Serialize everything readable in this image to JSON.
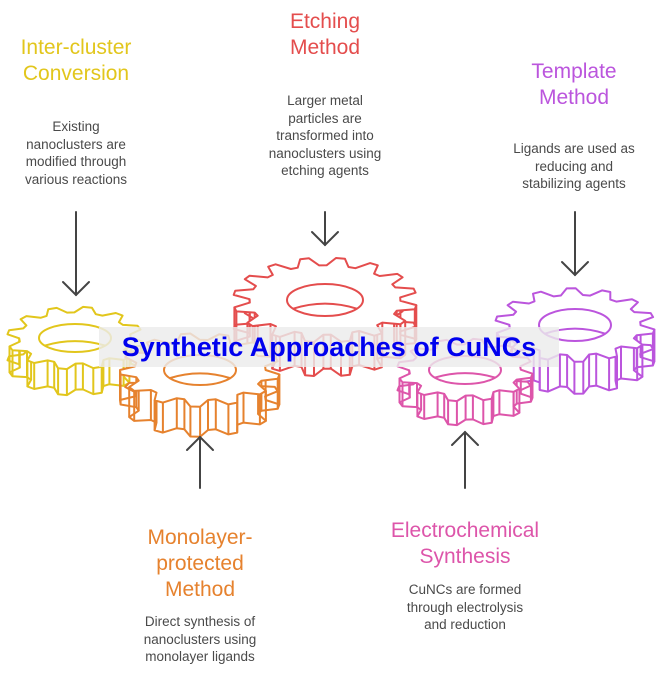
{
  "title": "Synthetic Approaches of CuNCs",
  "colors": {
    "title": "#0000ee",
    "description": "#4a4a4a",
    "arrow": "#444444",
    "title_band": "#ececec"
  },
  "methods": [
    {
      "id": "inter-cluster",
      "heading": "Inter-cluster Conversion",
      "heading_lines": [
        "Inter-cluster",
        "Conversion"
      ],
      "description_lines": [
        "Existing",
        "nanoclusters are",
        "modified through",
        "various reactions"
      ],
      "color": "#e2c61c",
      "arrow_direction": "down"
    },
    {
      "id": "etching",
      "heading": "Etching Method",
      "heading_lines": [
        "Etching",
        "Method"
      ],
      "description_lines": [
        "Larger metal",
        "particles are",
        "transformed into",
        "nanoclusters using",
        "etching agents"
      ],
      "color": "#e44d4d",
      "arrow_direction": "down"
    },
    {
      "id": "template",
      "heading": "Template Method",
      "heading_lines": [
        "Template",
        "Method"
      ],
      "description_lines": [
        "Ligands are used as",
        "reducing and",
        "stabilizing agents"
      ],
      "color": "#bb55dd",
      "arrow_direction": "down"
    },
    {
      "id": "monolayer",
      "heading": "Monolayer-protected Method",
      "heading_lines": [
        "Monolayer-",
        "protected",
        "Method"
      ],
      "description_lines": [
        "Direct synthesis of",
        "nanoclusters using",
        "monolayer ligands"
      ],
      "color": "#e6822e",
      "arrow_direction": "up"
    },
    {
      "id": "electrochemical",
      "heading": "Electrochemical Synthesis",
      "heading_lines": [
        "Electrochemical",
        "Synthesis"
      ],
      "description_lines": [
        "CuNCs are formed",
        "through electrolysis",
        "and reduction"
      ],
      "color": "#dd55aa",
      "arrow_direction": "up"
    }
  ]
}
